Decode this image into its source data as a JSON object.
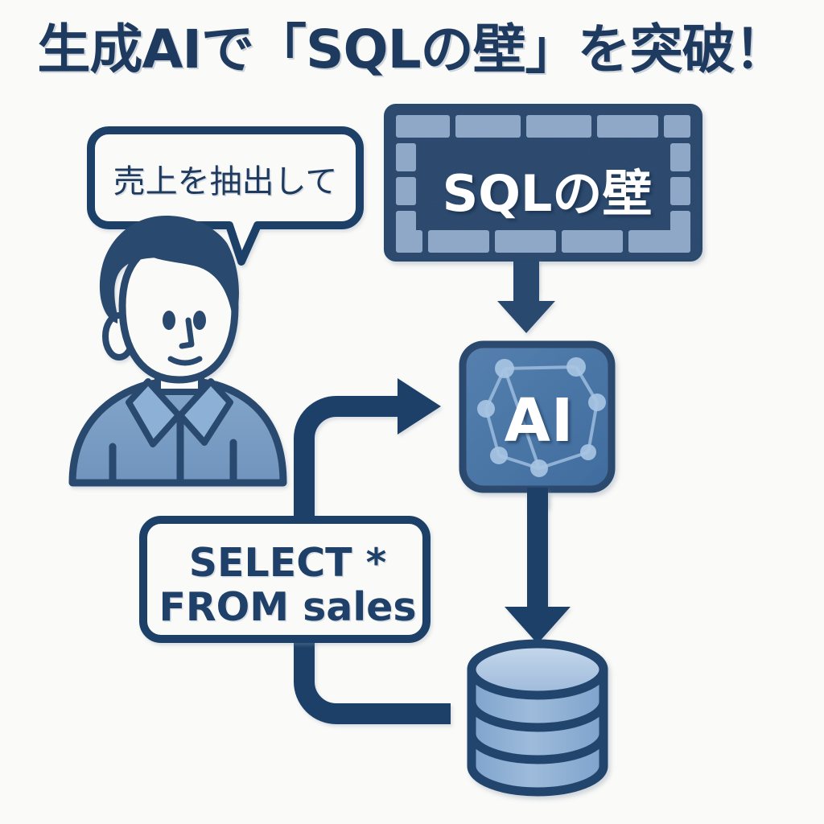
{
  "page": {
    "title": "生成AIで「SQLの壁」を突破！",
    "background_color": "#fafaf8",
    "accent_navy": "#1f4068",
    "accent_dark_navy": "#2c4a6e",
    "accent_light_blue": "#7b9dc4",
    "accent_brick_blue": "#8fa8c8",
    "text_white": "#ffffff"
  },
  "speech_bubble": {
    "text": "売上を抽出して",
    "role": "user-request"
  },
  "wall": {
    "label": "SQLの壁",
    "brick_color": "#8fa8c8",
    "mortar_color": "#2c4a6e"
  },
  "ai_box": {
    "label": "AI",
    "box_color": "#4a77a8",
    "border_color": "#2c4a6e"
  },
  "sql_box": {
    "line1": "SELECT *",
    "line2": "FROM sales",
    "border_color": "#1f4068"
  },
  "database": {
    "name": "database-cylinder",
    "bands": 3,
    "fill_color": "#8fb0d4",
    "outline_color": "#22456e"
  },
  "person": {
    "name": "user-avatar",
    "hair_color": "#2c4a6e",
    "shirt_color": "#7b9dc4",
    "face_color": "#fafaf8"
  },
  "arrows": [
    {
      "name": "wall-to-ai-arrow",
      "direction": "down",
      "from": "wall",
      "to": "ai_box"
    },
    {
      "name": "ai-to-database-arrow",
      "direction": "down",
      "from": "ai_box",
      "to": "database"
    },
    {
      "name": "sql-to-ai-arrow",
      "direction": "right",
      "from": "sql_box",
      "to": "ai_box"
    },
    {
      "name": "database-to-sql-connector",
      "direction": "left",
      "from": "database",
      "to": "sql_box"
    }
  ]
}
